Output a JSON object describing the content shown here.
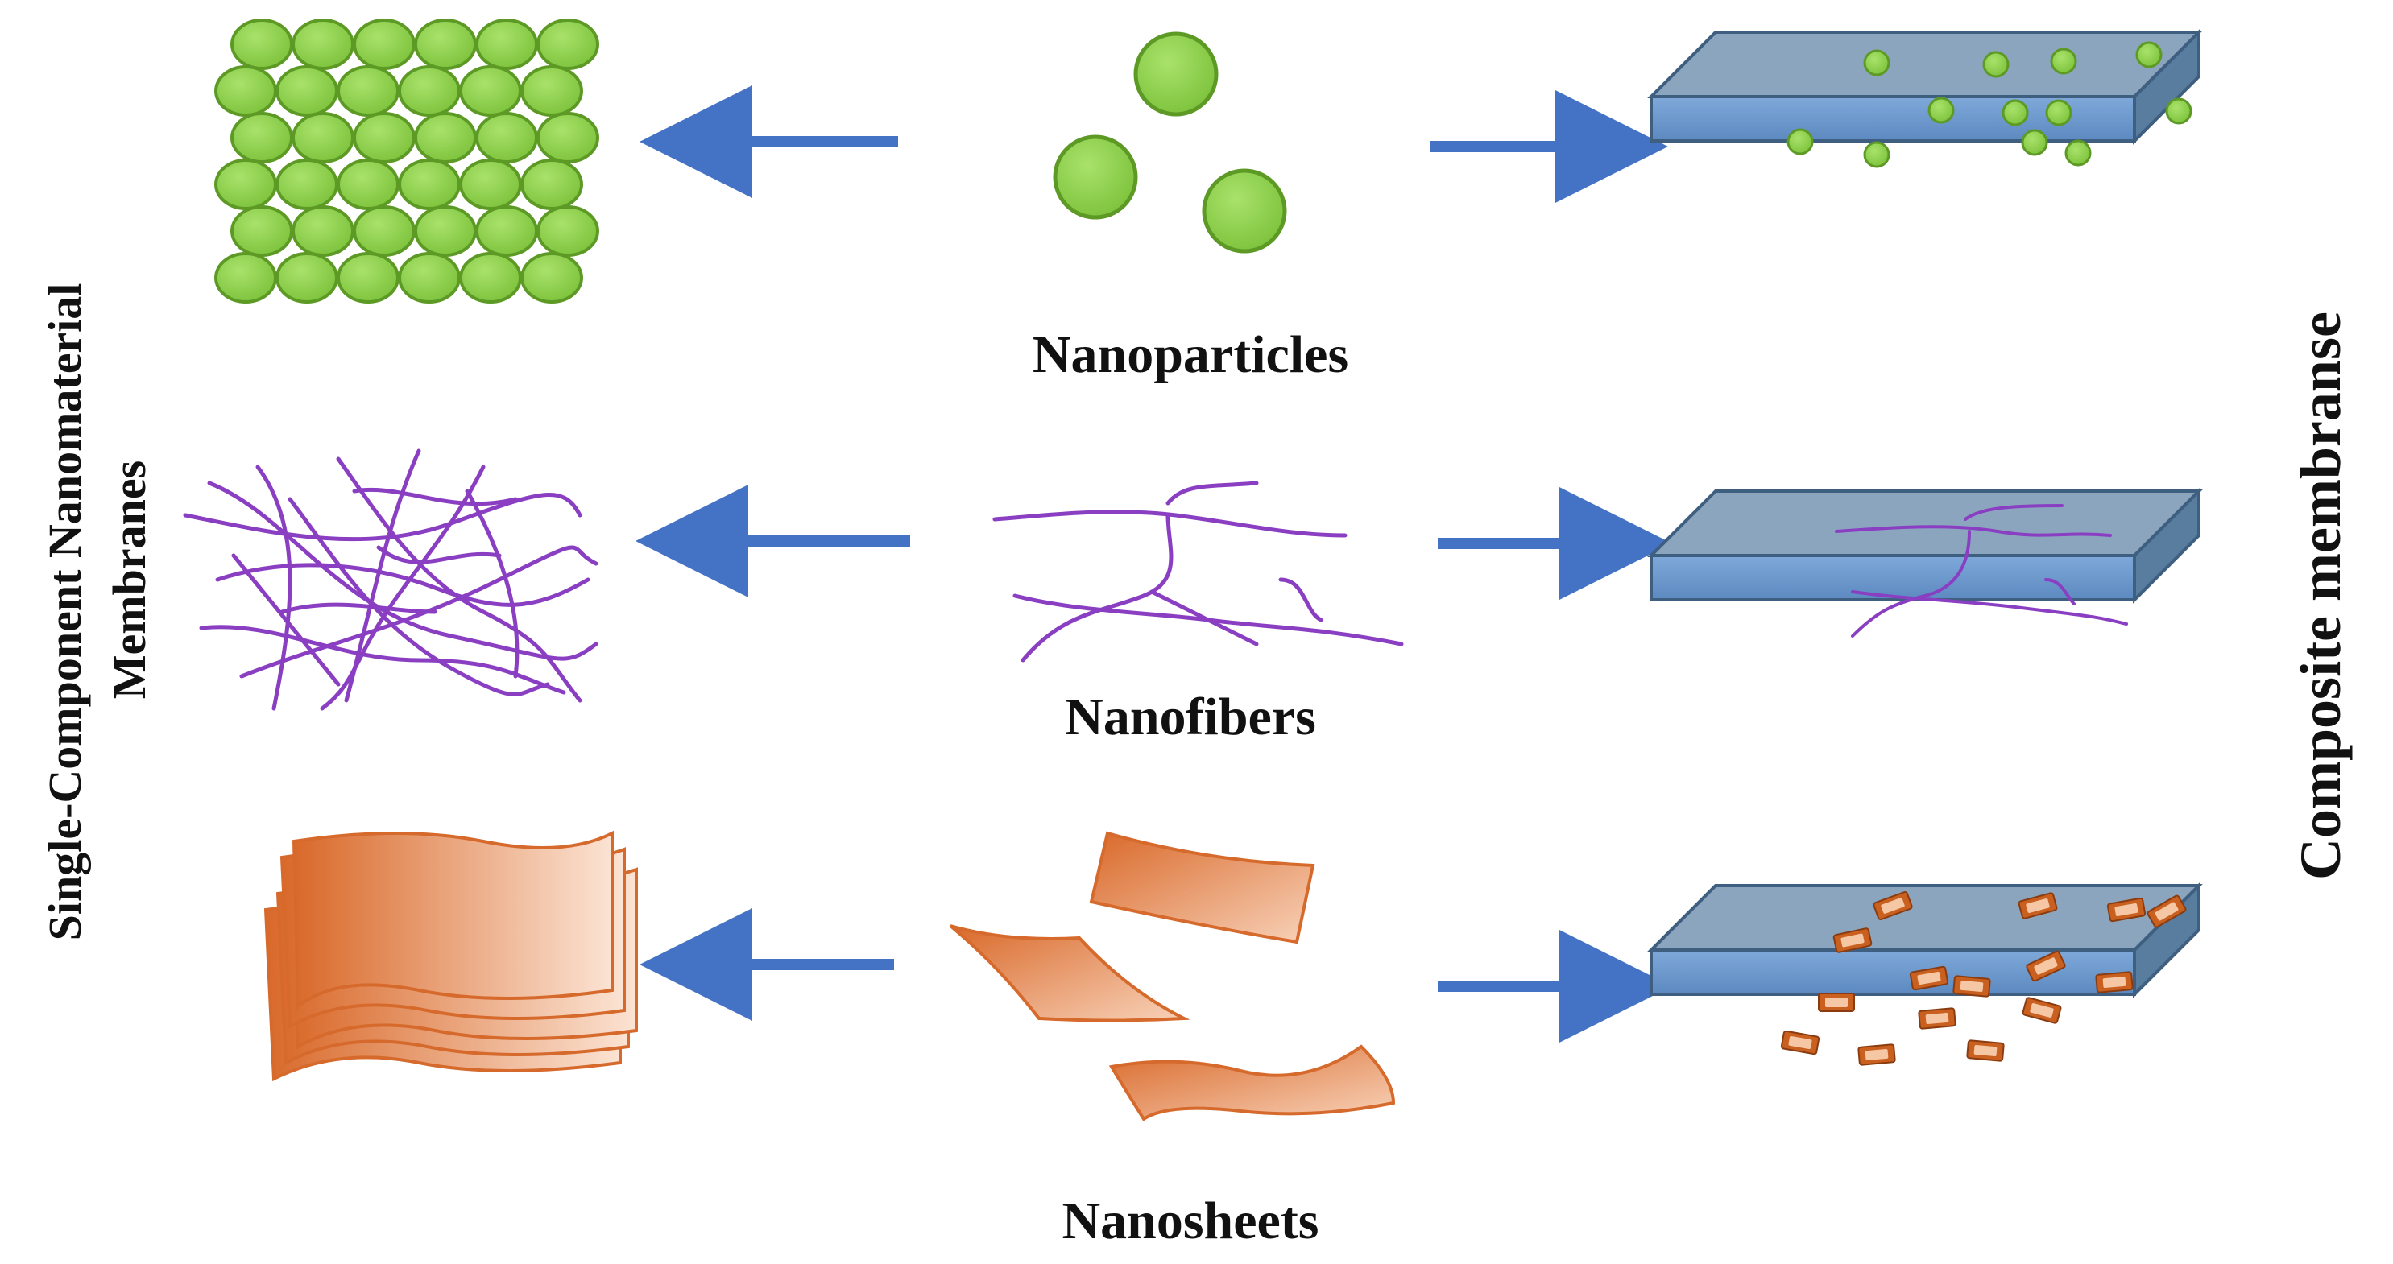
{
  "labels": {
    "left_axis_line1": "Single-Component Nanomaterial",
    "left_axis_line2": "Membranes",
    "right_axis": "Composite membranse",
    "row1": "Nanoparticles",
    "row2": "Nanofibers",
    "row3": "Nanosheets"
  },
  "colors": {
    "arrow": "#4472c4",
    "particle_fill": "#8fd14f",
    "particle_stroke": "#5d9a25",
    "fiber": "#8a3fc2",
    "sheet_dark": "#d9692a",
    "sheet_light": "#fbe3d3",
    "membrane_top": "#8aa3bd",
    "membrane_front": "#6f9bd0",
    "membrane_side": "#5a7fa5",
    "membrane_edge": "#3f5f80"
  },
  "icons": [
    "packed-particle-membrane",
    "free-nanoparticles",
    "particle-composite-membrane",
    "fiber-mesh-membrane",
    "free-nanofibers",
    "fiber-composite-membrane",
    "stacked-sheet-membrane",
    "free-nanosheets",
    "sheet-composite-membrane"
  ]
}
